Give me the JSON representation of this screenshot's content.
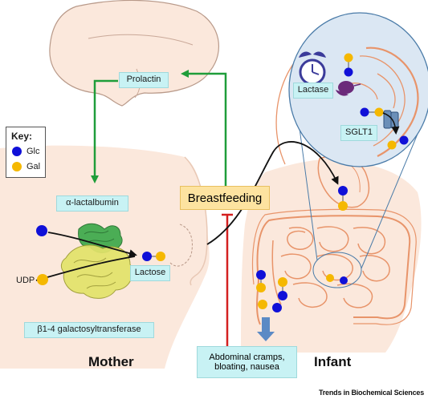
{
  "labels": {
    "prolactin": "Prolactin",
    "alpha_lactalbumin": "α-lactalbumin",
    "lactose_mother": "Lactose",
    "b14_galt": "β1-4 galactosyltransferase",
    "udp": "UDP",
    "breastfeeding": "Breastfeeding",
    "symptoms_line1": "Abdominal cramps,",
    "symptoms_line2": "bloating, nausea",
    "lactase": "Lactase",
    "sglt1": "SGLT1",
    "mother": "Mother",
    "infant": "Infant",
    "credit": "Trends in Biochemical Sciences"
  },
  "key": {
    "title": "Key:",
    "items": [
      {
        "label": "Glc",
        "color": "#1010d8"
      },
      {
        "label": "Gal",
        "color": "#f5b800"
      }
    ]
  },
  "colors": {
    "glc": "#1010d8",
    "gal": "#f5b800",
    "stimulate_arrow": "#1f9d3a",
    "inhibit_line": "#d42020",
    "label_box": "#c8f2f4",
    "breastfeeding_box": "#fde3a0",
    "skin": "#fbe8dc",
    "organ_outline": "#e8946a",
    "zoom_panel": "#dbe7f3"
  },
  "icons": [
    "alarm-clock-icon",
    "lactase-enzyme-icon",
    "sglt1-transporter-icon",
    "down-arrow-icon"
  ]
}
